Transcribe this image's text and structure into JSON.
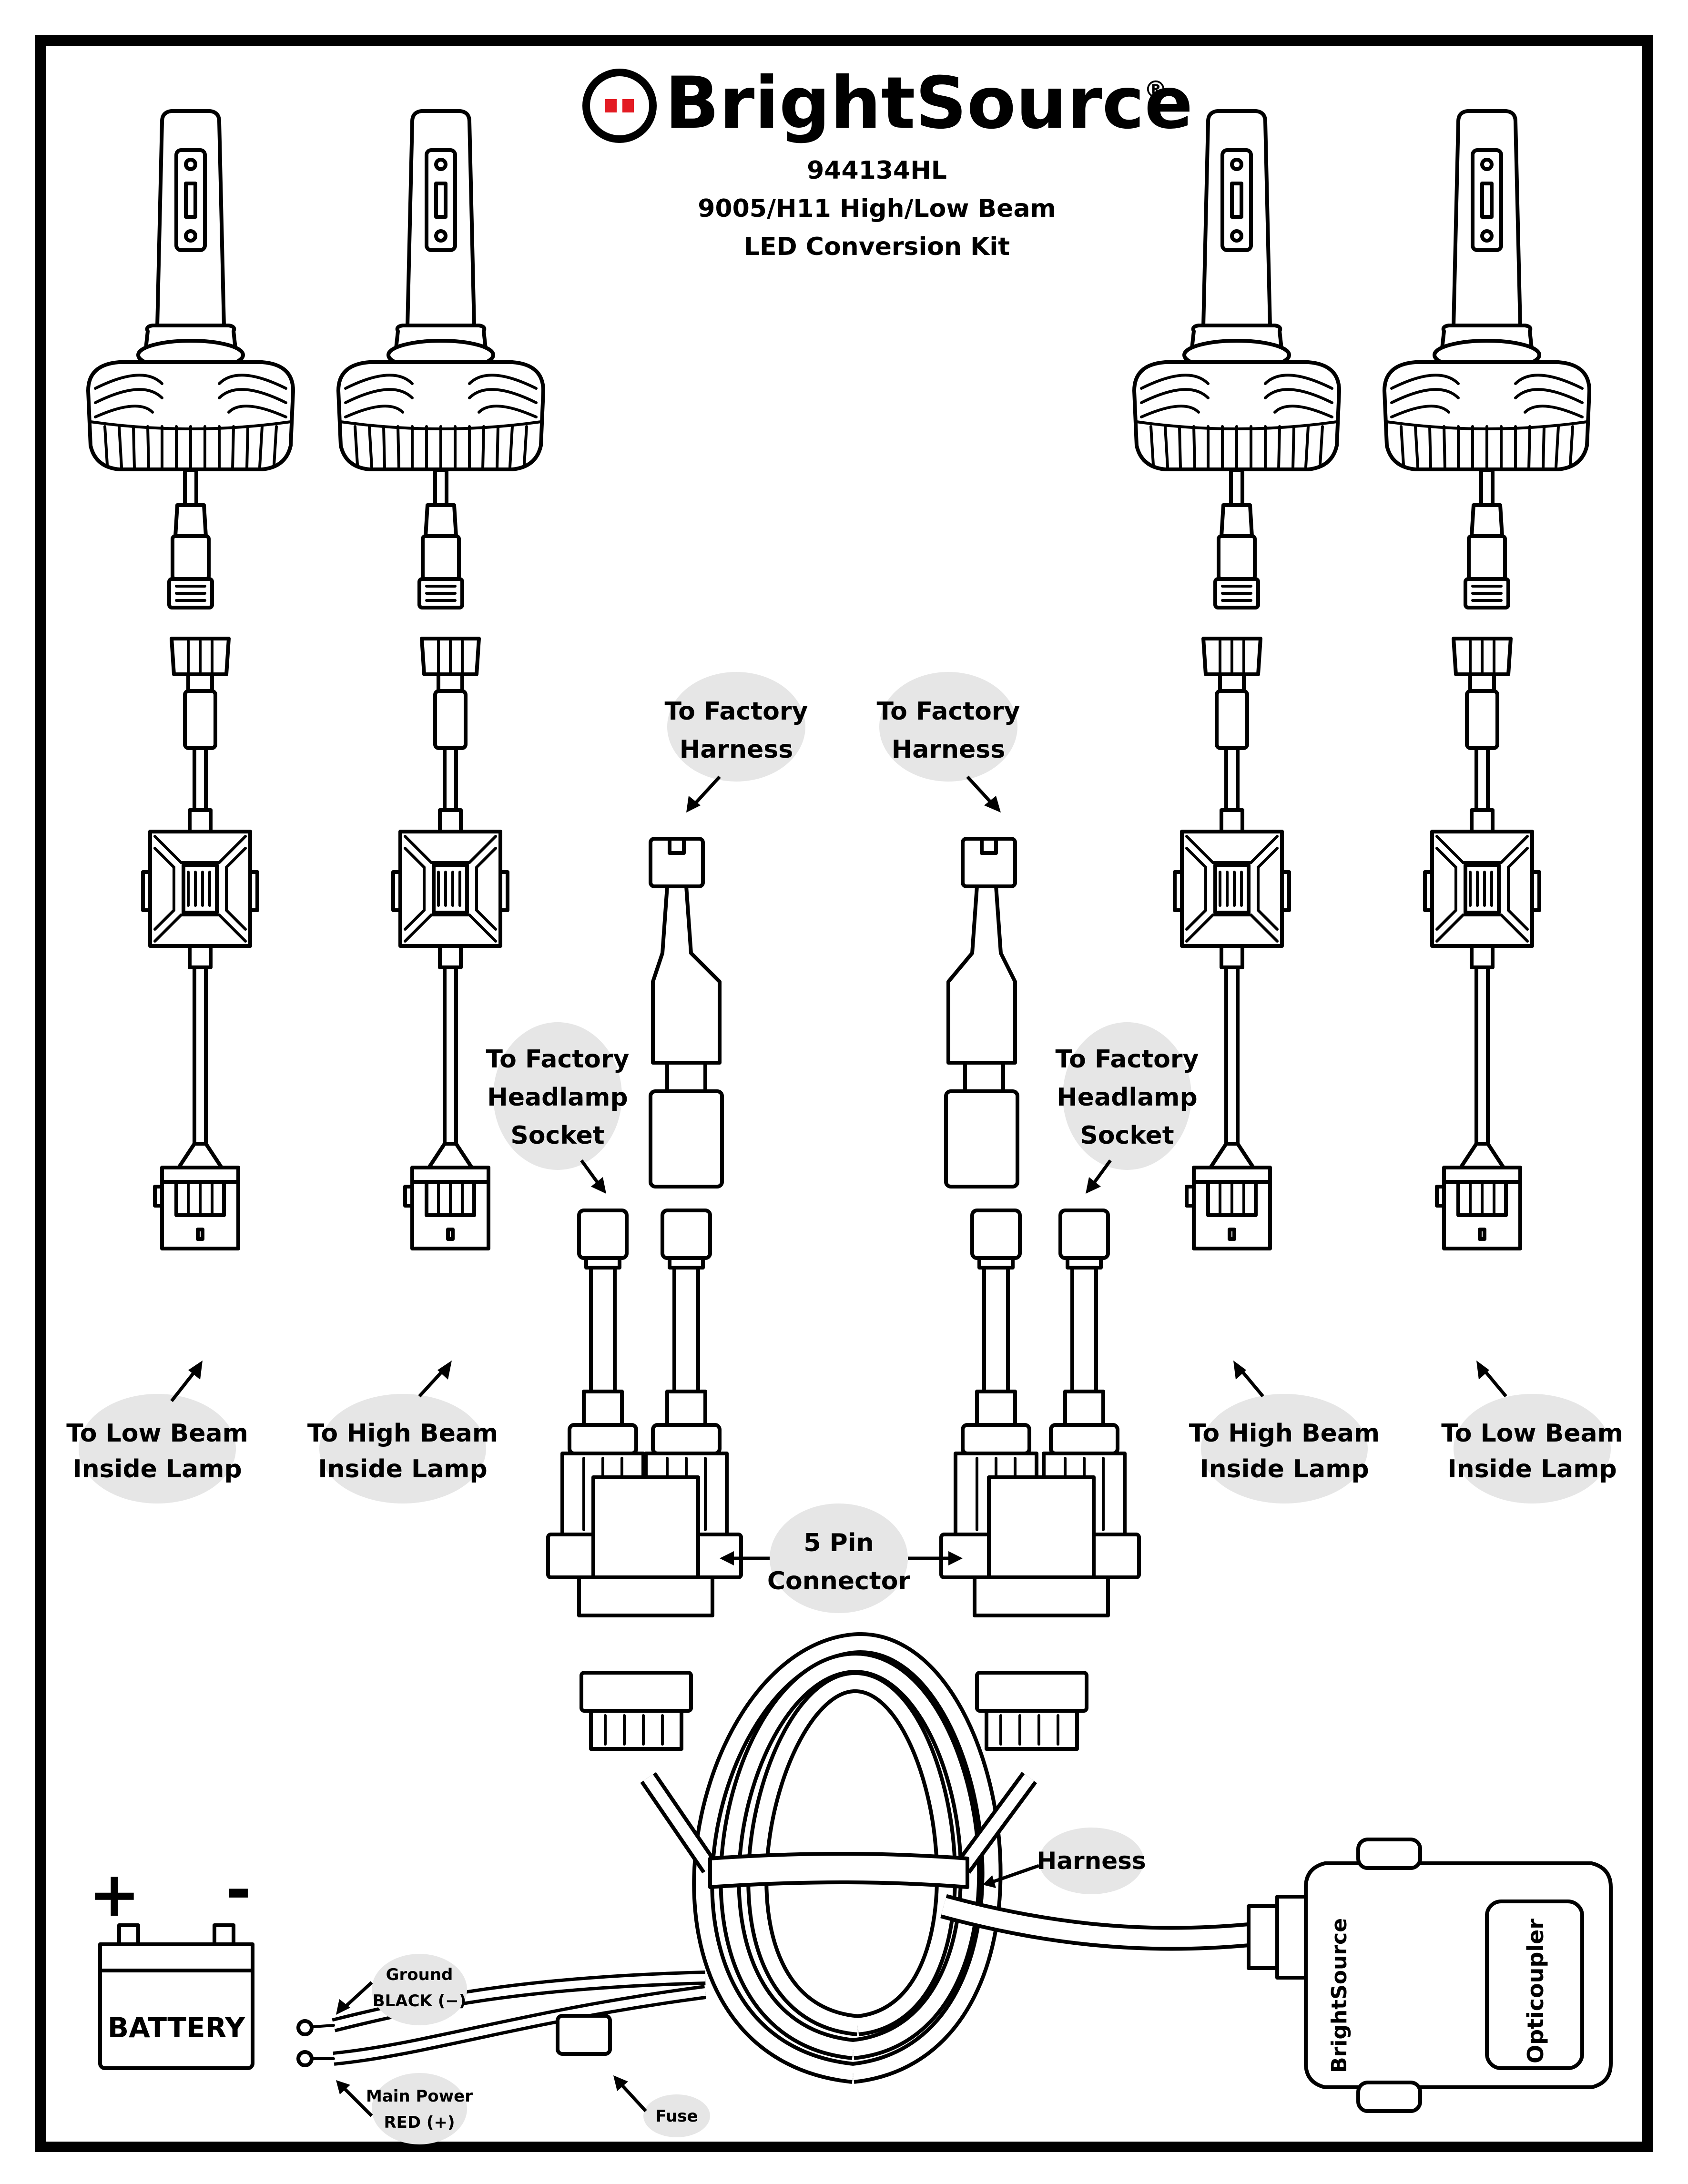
{
  "brand": {
    "name_prefix": "B",
    "name_mid": "r",
    "name_i": "i",
    "name_suffix": "ghtSou",
    "name_r": "r",
    "name_end": "ce",
    "registered": "®",
    "accent_color": "#e31b23"
  },
  "product": {
    "part_number": "944134HL",
    "line1": "9005/H11 High/Low Beam",
    "line2": "LED Conversion Kit"
  },
  "labels": {
    "low_beam_left": [
      "To Low Beam",
      "Inside Lamp"
    ],
    "high_beam_left": [
      "To High Beam",
      "Inside Lamp"
    ],
    "high_beam_right": [
      "To High Beam",
      "Inside Lamp"
    ],
    "low_beam_right": [
      "To Low Beam",
      "Inside Lamp"
    ],
    "factory_harness_left": [
      "To Factory",
      "Harness"
    ],
    "factory_harness_right": [
      "To Factory",
      "Harness"
    ],
    "factory_socket_left": [
      "To Factory",
      "Headlamp",
      "Socket"
    ],
    "factory_socket_right": [
      "To Factory",
      "Headlamp",
      "Socket"
    ],
    "five_pin": [
      "5 Pin",
      "Connector"
    ],
    "harness": "Harness",
    "ground": [
      "Ground",
      "BLACK (−)"
    ],
    "main_power": [
      "Main Power",
      "RED (+)"
    ],
    "fuse": "Fuse",
    "battery": "BATTERY",
    "plus": "+",
    "minus": "-",
    "module_brand": "BrightSource",
    "module_name": "Opticoupler"
  },
  "icons": [
    "brightsource-logo-icon",
    "led-bulb-icon",
    "decoder-box-icon",
    "connector-icon",
    "battery-icon",
    "arrow-icon"
  ]
}
